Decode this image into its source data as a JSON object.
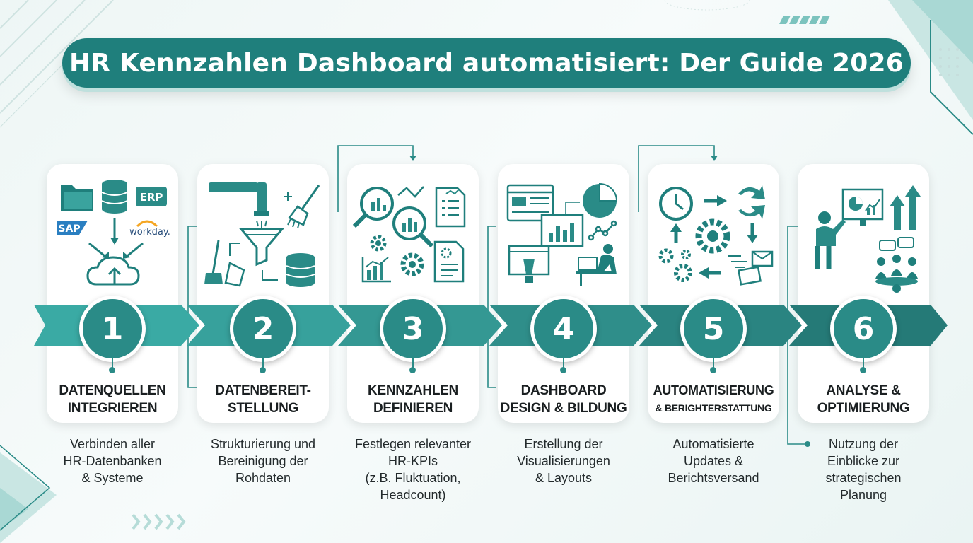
{
  "title": "HR Kennzahlen Dashboard automatisiert: Der Guide 2026",
  "colors": {
    "primary": "#1f7f7c",
    "accent": "#2a8b87",
    "light": "#bfe0dd"
  },
  "steps": [
    {
      "number": "1",
      "label1": "DATENQUELLEN",
      "label2": "INTEGRIEREN",
      "desc": [
        "Verbinden aller",
        "HR-Datenbanken",
        "& Systeme"
      ],
      "icon_texts": {
        "erp": "ERP",
        "sap": "SAP",
        "workday": "workday."
      },
      "icons": [
        "folder-icon",
        "database-icon",
        "erp-icon",
        "sap-logo",
        "workday-logo",
        "cloud-upload-icon"
      ]
    },
    {
      "number": "2",
      "label1": "DATENBEREIT-",
      "label2": "STELLUNG",
      "desc": [
        "Strukturierung und",
        "Bereinigung der",
        "Rohdaten"
      ],
      "icons": [
        "pipe-icon",
        "funnel-icon",
        "broom-icon",
        "database-icon"
      ]
    },
    {
      "number": "3",
      "label1": "KENNZAHLEN",
      "label2": "DEFINIEREN",
      "desc": [
        "Festlegen relevanter",
        "HR-KPIs",
        "(z.B. Fluktuation,",
        "Headcount)"
      ],
      "icons": [
        "magnifier-chart-icon",
        "document-icon",
        "gear-icon",
        "bar-chart-icon"
      ]
    },
    {
      "number": "4",
      "label1": "DASHBOARD",
      "label2": "DESIGN & BILDUNG",
      "desc": [
        "Erstellung der",
        "Visualisierungen",
        "& Layouts"
      ],
      "icons": [
        "browser-icon",
        "pie-chart-icon",
        "line-chart-icon",
        "pen-tool-icon",
        "person-at-desk-icon"
      ]
    },
    {
      "number": "5",
      "label1": "AUTOMATISIERUNG",
      "label2": "& BERIGHTERSTATTUNG",
      "desc": [
        "Automatisierte",
        "Updates &",
        "Berichtsversand"
      ],
      "icons": [
        "clock-icon",
        "gear-icon",
        "refresh-arrows-icon",
        "envelope-icon"
      ]
    },
    {
      "number": "6",
      "label1": "ANALYSE &",
      "label2": "OPTIMIERUNG",
      "desc": [
        "Nutzung der",
        "Einblicke zur",
        "strategischen",
        "Planung"
      ],
      "icons": [
        "presenter-icon",
        "growth-arrows-icon",
        "team-meeting-icon"
      ]
    }
  ]
}
